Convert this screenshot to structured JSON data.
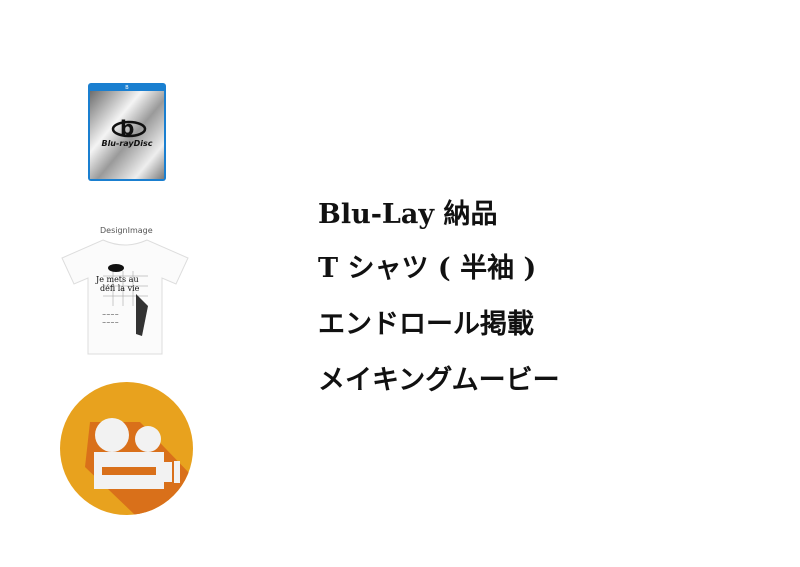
{
  "images": {
    "bluray": {
      "icon": "bluray-disc-icon",
      "logo_text": "Blu-rayDisc"
    },
    "tshirt": {
      "caption": "DesignImage",
      "icon": "tshirt-icon",
      "print_text": "Je mets au défi la vie"
    },
    "movie": {
      "icon": "movie-camera-icon",
      "colors": {
        "circle": "#E8A21E",
        "shadow": "#D9701A",
        "glyph": "#F2F2F2"
      }
    }
  },
  "features": [
    {
      "label": "Blu-Lay 納品"
    },
    {
      "label": "T シャツ ( 半袖 )"
    },
    {
      "label": "エンドロール掲載"
    },
    {
      "label": "メイキングムービー"
    }
  ]
}
